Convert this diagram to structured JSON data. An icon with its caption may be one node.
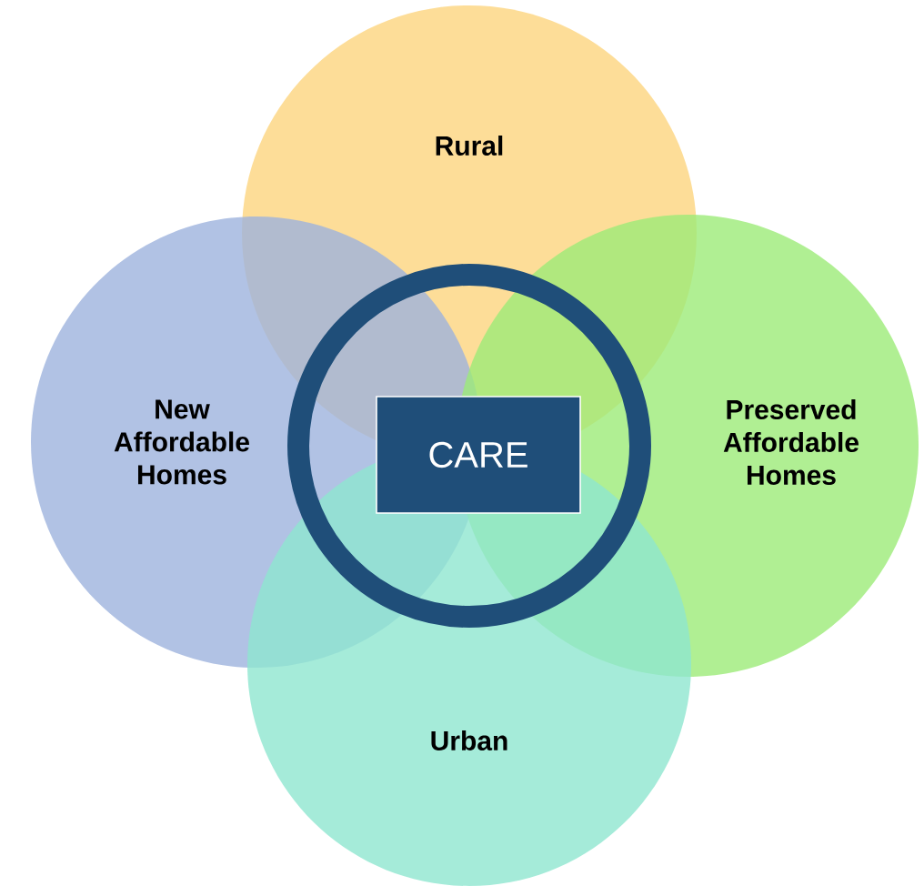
{
  "diagram": {
    "nodes": [
      {
        "text": [
          "Rural"
        ]
      },
      {
        "text": [
          "New Affordable Homes"
        ]
      },
      {
        "text": [
          "Preserved Affordable Homes"
        ]
      },
      {
        "text": [
          "Urban"
        ]
      },
      {
        "text": [
          "CARE"
        ]
      }
    ]
  }
}
